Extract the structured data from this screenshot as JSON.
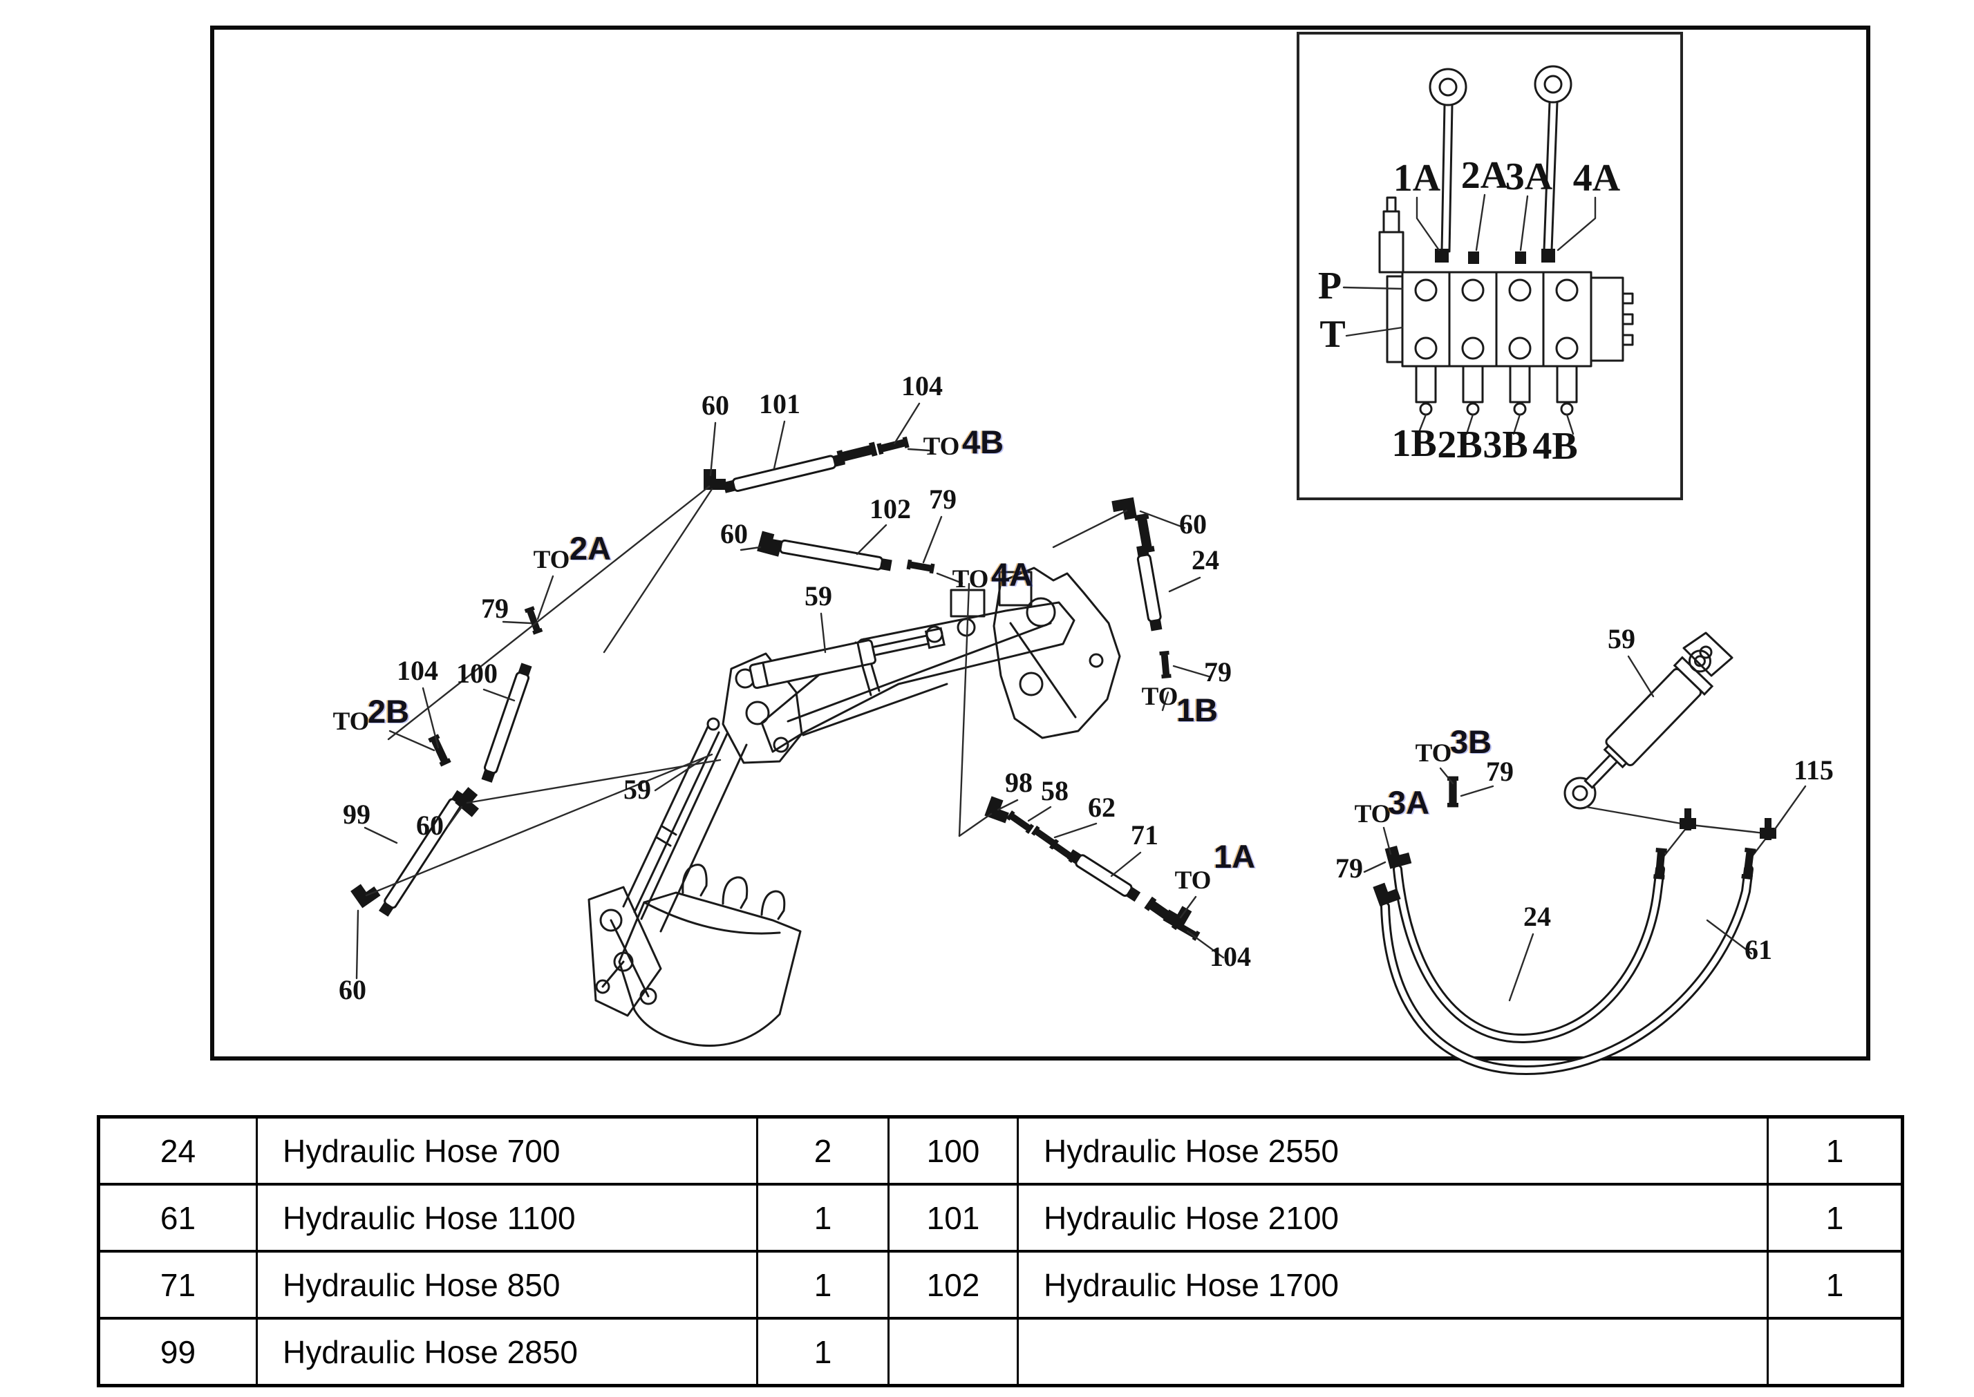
{
  "d": {
    "labels": [
      {
        "t": "60"
      },
      {
        "t": "101"
      },
      {
        "t": "104"
      },
      {
        "t": "TO"
      },
      {
        "t": "4B"
      },
      {
        "t": "60"
      },
      {
        "t": "102"
      },
      {
        "t": "79"
      },
      {
        "t": "TO"
      },
      {
        "t": "4A"
      },
      {
        "t": "TO"
      },
      {
        "t": "2A"
      },
      {
        "t": "79"
      },
      {
        "t": "104"
      },
      {
        "t": "100"
      },
      {
        "t": "TO"
      },
      {
        "t": "2B"
      },
      {
        "t": "99"
      },
      {
        "t": "60"
      },
      {
        "t": "59"
      },
      {
        "t": "59"
      },
      {
        "t": "60"
      },
      {
        "t": "60"
      },
      {
        "t": "24"
      },
      {
        "t": "79"
      },
      {
        "t": "TO"
      },
      {
        "t": "1B"
      },
      {
        "t": "98"
      },
      {
        "t": "58"
      },
      {
        "t": "62"
      },
      {
        "t": "71"
      },
      {
        "t": "TO"
      },
      {
        "t": "1A"
      },
      {
        "t": "104"
      },
      {
        "t": "59"
      },
      {
        "t": "115"
      },
      {
        "t": "TO"
      },
      {
        "t": "3B"
      },
      {
        "t": "79"
      },
      {
        "t": "TO"
      },
      {
        "t": "3A"
      },
      {
        "t": "79"
      },
      {
        "t": "24"
      },
      {
        "t": "61"
      },
      {
        "t": "1A"
      },
      {
        "t": "2A"
      },
      {
        "t": "3A"
      },
      {
        "t": "4A"
      },
      {
        "t": "P"
      },
      {
        "t": "T"
      },
      {
        "t": "1B"
      },
      {
        "t": "2B"
      },
      {
        "t": "3B"
      },
      {
        "t": "4B"
      }
    ]
  },
  "table": {
    "rows": [
      {
        "c1": "24",
        "c2": "Hydraulic Hose 700",
        "c3": "2",
        "c4": "100",
        "c5": "Hydraulic Hose 2550",
        "c6": "1"
      },
      {
        "c1": "61",
        "c2": "Hydraulic Hose 1100",
        "c3": "1",
        "c4": "101",
        "c5": "Hydraulic Hose 2100",
        "c6": "1"
      },
      {
        "c1": "71",
        "c2": "Hydraulic Hose 850",
        "c3": "1",
        "c4": "102",
        "c5": "Hydraulic Hose 1700",
        "c6": "1"
      },
      {
        "c1": "99",
        "c2": "Hydraulic Hose 2850",
        "c3": "1",
        "c4": "",
        "c5": "",
        "c6": ""
      }
    ]
  }
}
